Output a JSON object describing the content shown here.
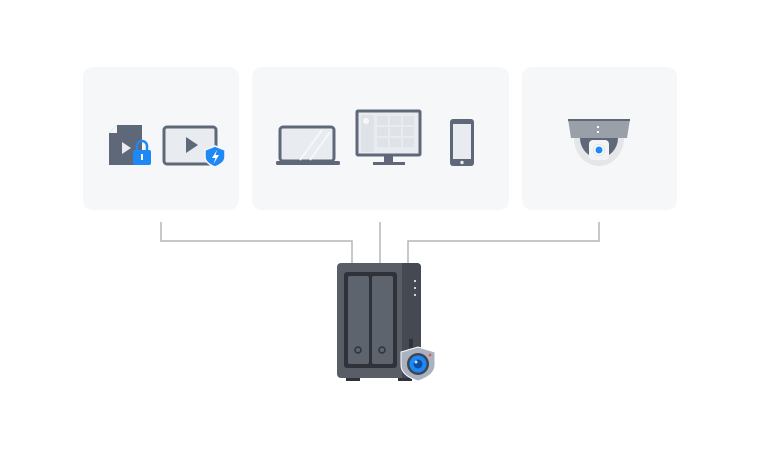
{
  "colors": {
    "background": "#ffffff",
    "card": "#f6f7f9",
    "icon": "#5e6878",
    "icon_light": "#e8ebef",
    "accent": "#1e88f5",
    "connector": "#b4b7bc",
    "nas_body": "#585d66",
    "nas_side": "#454a52",
    "nas_drive": "#2f3339"
  },
  "diagram": {
    "groups": [
      {
        "name": "protected-media"
      },
      {
        "name": "client-devices"
      },
      {
        "name": "surveillance-camera"
      }
    ],
    "hub": {
      "name": "nas-device-with-surveillance"
    }
  }
}
